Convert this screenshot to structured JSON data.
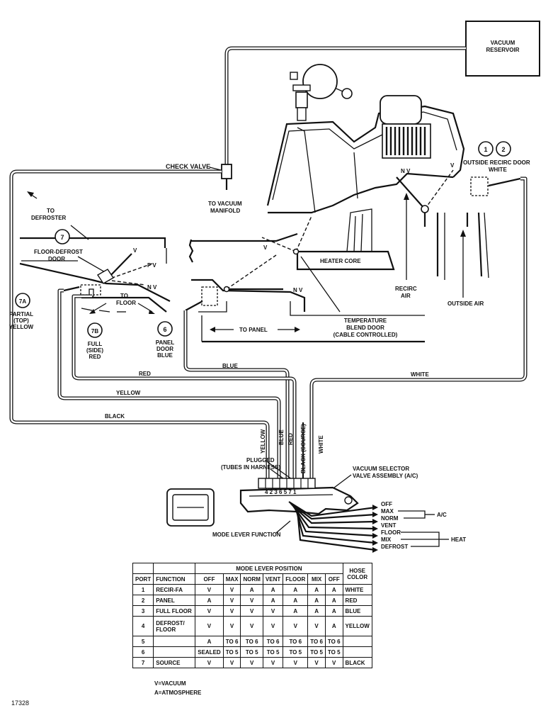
{
  "labels": {
    "vacuum_reservoir_1": "VACUUM",
    "vacuum_reservoir_2": "RESERVOIR",
    "check_valve": "CHECK VALVE",
    "to_vacuum_manifold_1": "TO VACUUM",
    "to_vacuum_manifold_2": "MANIFOLD",
    "outside_recirc_door_1": "OUTSIDE RECIRC DOOR",
    "outside_recirc_door_2": "WHITE",
    "num_1": "1",
    "num_2": "2",
    "to_defroster_1": "TO",
    "to_defroster_2": "DEFROSTER",
    "num_7": "7",
    "floor_defrost_door_1": "FLOOR-DEFROST",
    "floor_defrost_door_2": "DOOR",
    "heater_core": "HEATER CORE",
    "recirc_air_1": "RECIRC",
    "recirc_air_2": "AIR",
    "outside_air": "OUTSIDE AIR",
    "num_7a": "7A",
    "partial_1": "PARTIAL",
    "partial_2": "(TOP)",
    "partial_3": "YELLOW",
    "to_floor_1": "TO",
    "to_floor_2": "FLOOR",
    "num_7b": "7B",
    "full_1": "FULL",
    "full_2": "(SIDE)",
    "full_3": "RED",
    "num_6": "6",
    "panel_door_1": "PANEL",
    "panel_door_2": "DOOR",
    "panel_door_3": "BLUE",
    "to_panel": "TO PANEL",
    "temp_blend_1": "TEMPERATURE",
    "temp_blend_2": "BLEND DOOR",
    "temp_blend_3": "(CABLE CONTROLLED)",
    "v_1": "V",
    "v_2": "V",
    "v_3": "V",
    "nv_1": "N V",
    "nv_2": "N V",
    "nv_3": "N V",
    "pv": "P V",
    "hose_red": "RED",
    "hose_blue": "BLUE",
    "hose_white": "WHITE",
    "hose_yellow": "YELLOW",
    "hose_black": "BLACK",
    "vert_yellow": "YELLOW",
    "vert_blue": "BLUE",
    "vert_red": "RED",
    "vert_black": "BLACK (SOURCE)",
    "vert_white": "WHITE",
    "plugged_1": "PLUGGED",
    "plugged_2": "(TUBES IN HARNESS)",
    "selector_1": "VACUUM SELECTOR",
    "selector_2": "VALVE ASSEMBLY (A/C)",
    "ports": "4 2 3 6 5 7 1",
    "mode_lever_function": "MODE LEVER FUNCTION",
    "off": "OFF",
    "max": "MAX",
    "norm": "NORM",
    "vent": "VENT",
    "floor": "FLOOR",
    "mix": "MIX",
    "defrost": "DEFROST",
    "ac": "A/C",
    "heat": "HEAT"
  },
  "table": {
    "title": "MODE LEVER POSITION",
    "hose_color_1": "HOSE",
    "hose_color_2": "COLOR",
    "headers": [
      "PORT",
      "FUNCTION",
      "OFF",
      "MAX",
      "NORM",
      "VENT",
      "FLOOR",
      "MIX",
      "OFF"
    ],
    "rows": [
      [
        "1",
        "RECIR-FA",
        "V",
        "V",
        "A",
        "A",
        "A",
        "A",
        "A",
        "WHITE"
      ],
      [
        "2",
        "PANEL",
        "A",
        "V",
        "V",
        "A",
        "A",
        "A",
        "A",
        "RED"
      ],
      [
        "3",
        "FULL FLOOR",
        "V",
        "V",
        "V",
        "V",
        "A",
        "A",
        "A",
        "BLUE"
      ],
      [
        "4",
        "DEFROST/ FLOOR",
        "V",
        "V",
        "V",
        "V",
        "V",
        "V",
        "A",
        "YELLOW"
      ],
      [
        "5",
        "",
        "A",
        "TO 6",
        "TO 6",
        "TO 6",
        "TO 6",
        "TO 6",
        "TO 6",
        ""
      ],
      [
        "6",
        "",
        "SEALED",
        "TO 5",
        "TO 5",
        "TO 5",
        "TO 5",
        "TO 5",
        "TO 5",
        ""
      ],
      [
        "7",
        "SOURCE",
        "V",
        "V",
        "V",
        "V",
        "V",
        "V",
        "V",
        "BLACK"
      ]
    ]
  },
  "legend": {
    "vacuum": "V=VACUUM",
    "atmosphere": "A=ATMOSPHERE"
  },
  "figure_number": "17328"
}
